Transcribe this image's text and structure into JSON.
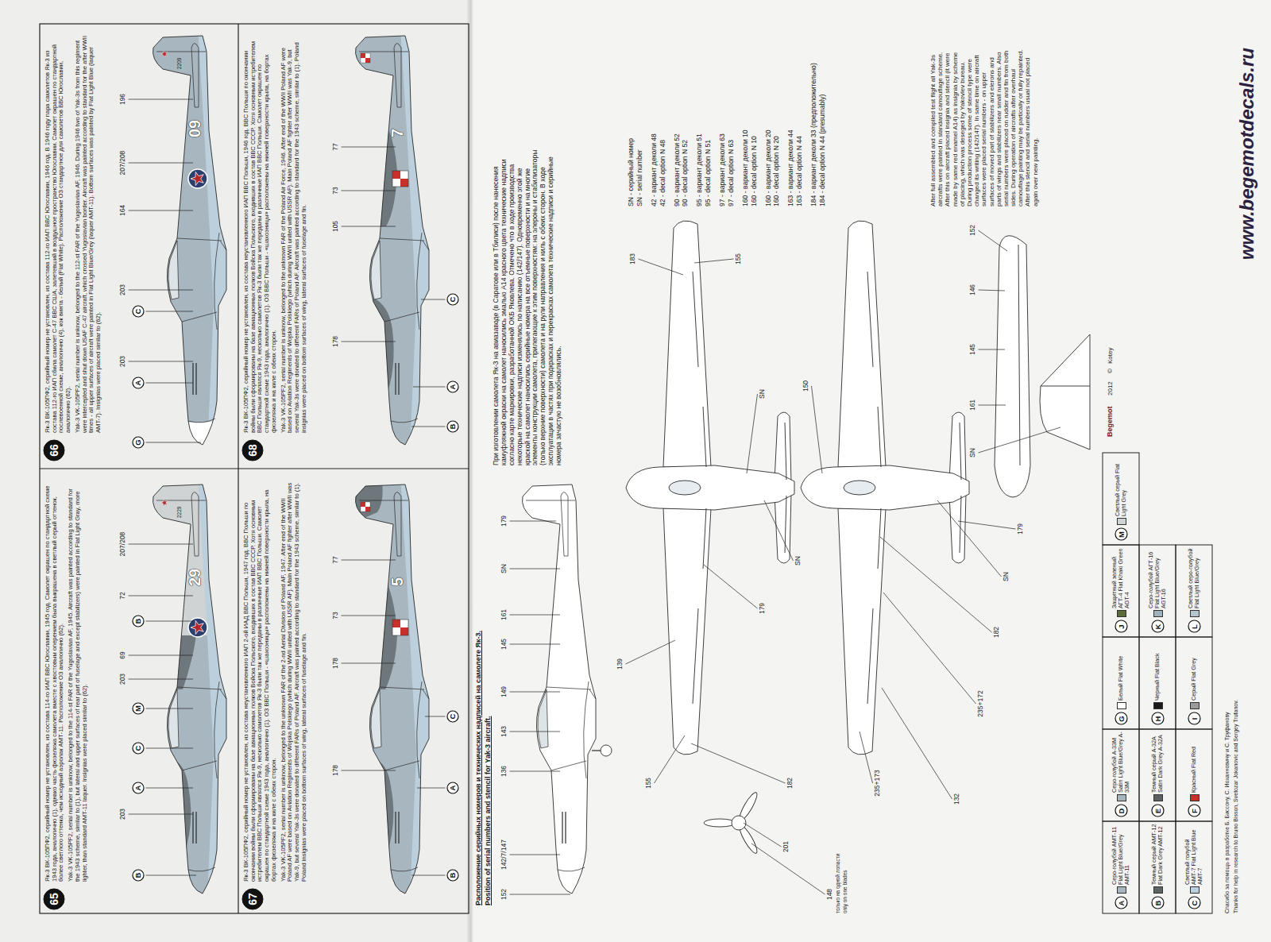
{
  "diagram": {
    "nodes": [
      {
        "text": [
          "65"
        ]
      },
      {
        "text": [
          "B"
        ]
      },
      {
        "text": [
          "A"
        ]
      },
      {
        "text": [
          "C"
        ]
      },
      {
        "text": [
          "M"
        ]
      },
      {
        "text": [
          "B"
        ]
      },
      {
        "text": [
          "66"
        ]
      },
      {
        "text": [
          "G"
        ]
      },
      {
        "text": [
          "A"
        ]
      },
      {
        "text": [
          "C"
        ]
      },
      {
        "text": [
          "67"
        ]
      },
      {
        "text": [
          "B"
        ]
      },
      {
        "text": [
          "A"
        ]
      },
      {
        "text": [
          "C"
        ]
      },
      {
        "text": [
          "68"
        ]
      },
      {
        "text": [
          "B"
        ]
      },
      {
        "text": [
          "A"
        ]
      },
      {
        "text": [
          "C"
        ]
      },
      {
        "text": [
          "A"
        ]
      },
      {
        "text": [
          "B"
        ]
      },
      {
        "text": [
          "C"
        ]
      },
      {
        "text": [
          "D"
        ]
      },
      {
        "text": [
          "E"
        ]
      },
      {
        "text": [
          "F"
        ]
      },
      {
        "text": [
          "G"
        ]
      },
      {
        "text": [
          "H"
        ]
      },
      {
        "text": [
          "I"
        ]
      },
      {
        "text": [
          "J"
        ]
      },
      {
        "text": [
          "K"
        ]
      },
      {
        "text": [
          "L"
        ]
      },
      {
        "text": [
          "M"
        ]
      }
    ],
    "labels": [
      "Як-3 ВК-105ПФ2, серийный номер не установлен, из состава 114-го ИАП ВВС Югославии, 1945 год. Самолет окрашен по стандартной схеме 1943 года, аналогично (1), однако часть фюзеляжа самолета вместе с хвостовым оперением была выкрашена в светлый серый оттенок, более светлого оттенка, чем исходный аэролак АМТ-11. Расположение ОЗ аналогично (62).",
      "Yak-3 VK-105PF2, serial number is unknow, belonged to the 114-st FAR of the Yugoslavian AF, 1945. Aircraft was painted according to standard for the 1943 scheme, similar to (1), but lateral and upper surfaces of rear part of fuselage and except stabilizers) were painted in Flat Light Gray, more lighter, than standard AMT-11 laquer. Insignias were placed similar to (62).",
      "Як-3 ВК-105ПФ2, серийный номер не установлен, из состава 112-го ИАП ВВС Югославии, 1946 год. В 1946 году пара самолетов Як-3 из состава 112-го ИАП сбила самолет C-47 ВВС США, залетевший в воздушное пространство Югославии. Самолет окрашен по стандартной послевоенной схеме, аналогично (4), кок винта - белый (Flat White). Расположение ОЗ стандартное для самолетов ВВС Югославии, аналогично (62).",
      "Yak-3 VK-105PF2, serial number is unknow, belonged to the 112-st FAR of the Yugoslavian AF, 1946. During 1946 two of Yak-3s from this regiment were intercepted and shut down USAF C-47 aircraft, which crossed Yugoslavian border. Aircraft was painted according to standard for the after WWII times - all upper surfaces of aircraft were painted in Flat Light Blue/Grey (laquer AMT-11). Bottom surfaces was painted by Flat Light Blue (laquer AMT-7). Insignias were placed similar to (62).",
      "Як-3 ВК-105ПФ2, серийный номер не установлен, из состава неустановленного ИАП 2-ой ИАД ВВС Польши, 1947 год. ВВС Польши по окончании войны были сформированы на базе авиационных полков Войска Польского, входивших в состав ВВС СССР. Хотя основным истребителем ВВС Польши являлся Як-9, несколько самолетов Як-3 были так же переданы в различные ИАП ВВС Польши. Самолет окрашен по стандартной схеме 1943 года, аналогично (1). ОЗ ВВС Польши - «шахоэницы» расположены на нижней поверхности крыла, на бортах фюзеляжа и на киле с обеих сторон.",
      "Yak-3 VK-105PF2, serial number is unknow, belonged to the unknown FAR of the 2-nd Aerial Division of Poland AF, 1947. After end of the WWII Poland AF were based on Aviation Regiments of Wojska Polskiego (which during WWII united with USSR AF). Main Poland AF fighter after WWII was Yak-9, but several Yak-3s were donated to different FARs of Poland AF. Aircraft was painted according to standard for the 1943 scheme, similar to (1). Poland insignias were placed on bottom surfaces of wing, lateral surfaces of fuselage and fin.",
      "Як-3 ВК-105ПФ2, серийный номер не установлен, из состава неустановленного ИАП ВВС Польши, 1946 год. ВВС Польши по окончании войны были сформированы на базе авиационных полков Войска Польского, входивших в состав ВВС СССР. Хотя основным истребителем ВВС Польши являлся Як-9, несколько самолетов Як-3 были так же переданы в различные ИАП ВВС Польши. Самолет окрашен по стандартной схеме 1943 года, аналогично (1). ОЗ ВВС Польши - «шахоэницы» расположены на нижней поверхности крыла, на бортах фюзеляжа и на киле с обеих сторон.",
      "Yak-3 VK-105PF2, serial number is unknow, belonged to the unknown FAR of the Poland Air Force, 1946. After end of the WWII Poland AF were based on Aviation Regiments of Wojska Polskiego (which during WWII united with USSR AF). Main Poland AF fighter after WWII was Yak-9, but several Yak-3s were donated to different FARs of Poland AF. Aircraft was painted according to standard for the 1943 scheme, similar to (1). Poland insignias were placed on bottom surfaces of wing, lateral surfaces of fuselage and fin.",
      "203",
      "203",
      "69",
      "72",
      "207/208",
      "29",
      "2229",
      "203",
      "203",
      "164",
      "207/208",
      "196",
      "09",
      "2209",
      "178",
      "178",
      "73",
      "77",
      "5",
      "178",
      "105",
      "73",
      "77",
      "7",
      "Расположение серийных номеров и технических надписей на самолете Як-3.",
      "Position of serial numbers and stencil for Yak-3 aircraft.",
      "При изготовлении самолета Як-3 на авиазаводе (в Саратове или в Тбилиси) после нанесения камуфляжной окраски на самолет наносились эмалью А14 красного цвета технические надписи согласно карте маркировки, разработанной ОКБ Яковлева. Отмечено что в ходе производства некоторые технические надписи изменялись по написанию (142/147). Одновременно этой же краской на самолет наносились серийные номера на все отъемные поверхности и на многие элементы конструкции самолета, прилегающие к этим поверхностям: на элероны и стабилизаторы (только верхние поверхности) самолета и на рули направления и киль с обеих сторон. В ходе эксплуатации в частях при подкрасках и перекрасках самолета технические надписи и серийные номера зачастую не возобновлялись.",
      "SN - серийный номер",
      "SN - serial number",
      "42 - вариант деколи 48",
      "42 - decal option N 48",
      "90 - вариант деколи 52",
      "90 - decal option N 52",
      "95 - вариант деколи 51",
      "95 - decal option N 51",
      "97 - вариант деколи 63",
      "97 - decal option N 63",
      "160 - вариант деколи 10",
      "160 - decal option N 10",
      "160 - вариант деколи 20",
      "160 - decal option N 20",
      "163 - вариант деколи 44",
      "163 - decal option N 44",
      "184 - вариант деколи 33 (предположительно)",
      "184 - decal option N 44 (presumably)",
      "After full assembled and compiled test flight all Yak-3s aircrafts were painted in standard camouflage scheme. After this on aircraft placed insignia and stencil (it were made by same red enamel A14) as insignia by scheme of placing, which was deseged by Yakovlev bureau. During production process some of stencil type were changed its writing (142/147). In same time on aircraft surfaces were placed serial numbers - on upper surfaces of moved part of stabilizers and elerons and parts of wings and stabilizers near small numbers. Also serial numbers were placed on rudder and fin from both sides. During operation of aircrafts after overhaul camouflage painting may be partically or fully repainted. After this stencil and serial numbers usual not placed again over new painting.",
      "152",
      "142/7/147",
      "136",
      "143",
      "149",
      "145",
      "161",
      "SN",
      "179",
      "148",
      "только на одной лопасти",
      "only on one blades",
      "201",
      "182",
      "235+173",
      "132",
      "235+172",
      "182",
      "SN",
      "179",
      "155",
      "139",
      "183",
      "155",
      "179",
      "SN",
      "SN",
      "150",
      "152",
      "146",
      "145",
      "161",
      "SN",
      "Begemot",
      "2012",
      "©",
      "Kotey",
      "Спасибо за помощь в разработке Б. Биссону, С. Иоханновичу и С. Труфанову",
      "Thanks for help in research to Bruno Bisson, Svetozar Jokanovic and Sergey Trufanov.",
      "www.begemotdecals.ru"
    ],
    "legend": [
      {
        "text": "Серо-голубой АМТ-11 Flat Light Blue/Grey AMT-11",
        "color": "#a7b6bf"
      },
      {
        "text": "Темный серый АМТ-12 Flat Dark Grey AMT-12",
        "color": "#5d6466"
      },
      {
        "text": "Светлый голубой АМТ-7 Flat Light Blue AMT-7",
        "color": "#bccfdc"
      },
      {
        "text": "Серо-голубой А-33М Satin Light Blue/Grey A-33M",
        "color": "#a6b4bd"
      },
      {
        "text": "Темный серый А-32А Satin Dark Grey A-32A",
        "color": "#5a6064"
      },
      {
        "text": "Красный Flat Red",
        "color": "#c8302c"
      },
      {
        "text": "Белый Flat White",
        "color": "#ffffff"
      },
      {
        "text": "Черный Flat Black",
        "color": "#1a1a1a"
      },
      {
        "text": "Серый Flat Grey",
        "color": "#9a9a9a"
      },
      {
        "text": "Защитный зеленый АГТ-4 Flat Khaki Green AGT-4",
        "color": "#5b6b3a"
      },
      {
        "text": "Серо-голубой АГТ-16 Flat Light Blue/Grey AGT-16",
        "color": "#9fb2bd"
      },
      {
        "text": "Светлый серо-голубой Flat Light Blue/Grey",
        "color": "#b5c6cf"
      },
      {
        "text": "Светлый серый Flat Light Grey",
        "color": "#cfd3d4"
      }
    ]
  }
}
